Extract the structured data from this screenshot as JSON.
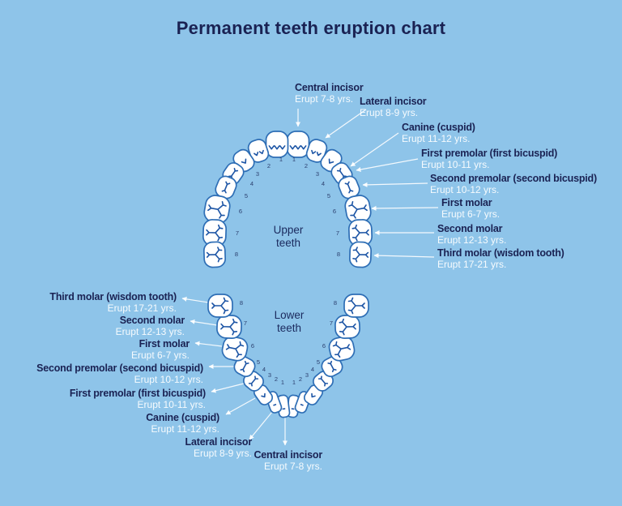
{
  "title": "Permanent teeth eruption chart",
  "colors": {
    "background": "#8ec4e9",
    "heading": "#1a2253",
    "tooth_outline": "#2e6eb5",
    "tooth_detail": "#1d55a5",
    "number": "#2b3f6e",
    "connector": "#ffffff"
  },
  "upper": {
    "caption": "Upper teeth",
    "tooth_numbers": [
      "1",
      "2",
      "3",
      "4",
      "5",
      "6",
      "7",
      "8"
    ],
    "labels": [
      {
        "name": "Central incisor",
        "erupt": "Erupt 7-8 yrs."
      },
      {
        "name": "Lateral incisor",
        "erupt": "Erupt 8-9 yrs."
      },
      {
        "name": "Canine (cuspid)",
        "erupt": "Erupt 11-12 yrs."
      },
      {
        "name": "First premolar (first bicuspid)",
        "erupt": "Erupt 10-11 yrs."
      },
      {
        "name": "Second premolar (second bicuspid)",
        "erupt": "Erupt 10-12 yrs."
      },
      {
        "name": "First molar",
        "erupt": "Erupt 6-7 yrs."
      },
      {
        "name": "Second molar",
        "erupt": "Erupt 12-13 yrs."
      },
      {
        "name": "Third molar (wisdom tooth)",
        "erupt": "Erupt 17-21 yrs."
      }
    ]
  },
  "lower": {
    "caption": "Lower teeth",
    "tooth_numbers": [
      "1",
      "2",
      "3",
      "4",
      "5",
      "6",
      "7",
      "8"
    ],
    "labels": [
      {
        "name": "Third molar (wisdom tooth)",
        "erupt": "Erupt 17-21 yrs."
      },
      {
        "name": "Second molar",
        "erupt": "Erupt 12-13 yrs."
      },
      {
        "name": "First molar",
        "erupt": "Erupt 6-7 yrs."
      },
      {
        "name": "Second premolar (second bicuspid)",
        "erupt": "Erupt 10-12 yrs."
      },
      {
        "name": "First premolar (first bicuspid)",
        "erupt": "Erupt 10-11 yrs."
      },
      {
        "name": "Canine (cuspid)",
        "erupt": "Erupt 11-12 yrs."
      },
      {
        "name": "Lateral incisor",
        "erupt": "Erupt 8-9 yrs."
      },
      {
        "name": "Central incisor",
        "erupt": "Erupt 7-8 yrs."
      }
    ]
  }
}
